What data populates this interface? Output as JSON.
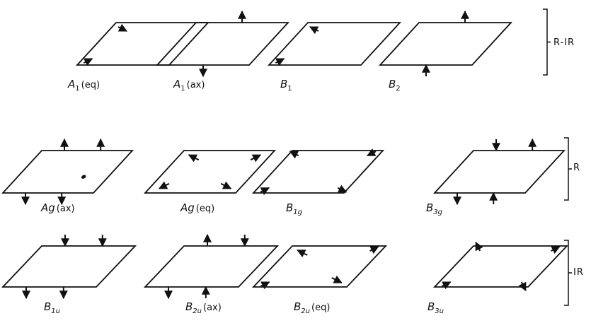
{
  "rows": [
    {
      "group": "R-IR",
      "modes": [
        {
          "symbol": "A",
          "sub": "1",
          "suffix": "(eq)",
          "arrows": [
            [
              0.2,
              0.2,
              "in"
            ],
            [
              0.1,
              0.85,
              "in"
            ]
          ]
        },
        {
          "symbol": "A",
          "sub": "1",
          "suffix": "(ax)",
          "arrows": [
            [
              0.5,
              0,
              "up"
            ],
            [
              0.5,
              1,
              "down"
            ]
          ]
        },
        {
          "symbol": "B",
          "sub": "1",
          "suffix": "",
          "arrows": [
            [
              0.2,
              0.2,
              "out"
            ],
            [
              0.1,
              0.85,
              "in"
            ]
          ]
        },
        {
          "symbol": "B",
          "sub": "2",
          "suffix": "",
          "arrows": [
            [
              0.5,
              0,
              "up"
            ],
            [
              0.5,
              1,
              "upin"
            ]
          ]
        }
      ]
    },
    {
      "group": "R",
      "modes": [
        {
          "symbol": "Ag",
          "sub": "",
          "suffix": "(ax)",
          "arrows": [
            [
              0.25,
              0,
              "up"
            ],
            [
              0.65,
              0,
              "up"
            ],
            [
              0.25,
              1,
              "down"
            ],
            [
              0.65,
              1,
              "down"
            ]
          ],
          "dot": true
        },
        {
          "symbol": "Ag",
          "sub": "",
          "suffix": "(eq)",
          "arrows": [
            [
              0.12,
              0.12,
              "inv"
            ],
            [
              0.88,
              0.12,
              "inv"
            ],
            [
              0.12,
              0.88,
              "inv"
            ],
            [
              0.88,
              0.88,
              "inv"
            ]
          ]
        },
        {
          "symbol": "B",
          "sub": "1g",
          "suffix": "",
          "arrows": [
            [
              0.12,
              0.12,
              "out"
            ],
            [
              0.88,
              0.12,
              "in"
            ],
            [
              0.12,
              0.88,
              "in"
            ],
            [
              0.88,
              0.88,
              "out"
            ]
          ]
        },
        {
          "symbol": "B",
          "sub": "3g",
          "suffix": "",
          "arrows": [
            [
              0.25,
              0,
              "downin"
            ],
            [
              0.65,
              0,
              "up"
            ],
            [
              0.25,
              1,
              "down"
            ],
            [
              0.65,
              1,
              "upin"
            ]
          ]
        }
      ]
    },
    {
      "group": "IR",
      "modes": [
        {
          "symbol": "B",
          "sub": "1u",
          "suffix": "",
          "arrows": [
            [
              0.25,
              0,
              "downin"
            ],
            [
              0.65,
              0,
              "downin"
            ],
            [
              0.25,
              1,
              "down"
            ],
            [
              0.65,
              1,
              "down"
            ]
          ]
        },
        {
          "symbol": "B",
          "sub": "2u",
          "suffix": "(ax)",
          "arrows": [
            [
              0.25,
              0,
              "up"
            ],
            [
              0.65,
              0,
              "downin"
            ],
            [
              0.25,
              1,
              "down"
            ],
            [
              0.65,
              1,
              "upin"
            ]
          ]
        },
        {
          "symbol": "B",
          "sub": "2u",
          "suffix": "(eq)",
          "arrows": [
            [
              0.12,
              0.12,
              "inv"
            ],
            [
              0.88,
              0.12,
              "out"
            ],
            [
              0.12,
              0.88,
              "in"
            ],
            [
              0.88,
              0.88,
              "inv"
            ]
          ]
        },
        {
          "symbol": "B",
          "sub": "3u",
          "suffix": "",
          "arrows": [
            [
              0.12,
              0.12,
              "outv"
            ],
            [
              0.88,
              0.12,
              "out"
            ],
            [
              0.12,
              0.88,
              "in"
            ],
            [
              0.88,
              0.88,
              "outv"
            ]
          ]
        }
      ]
    }
  ]
}
